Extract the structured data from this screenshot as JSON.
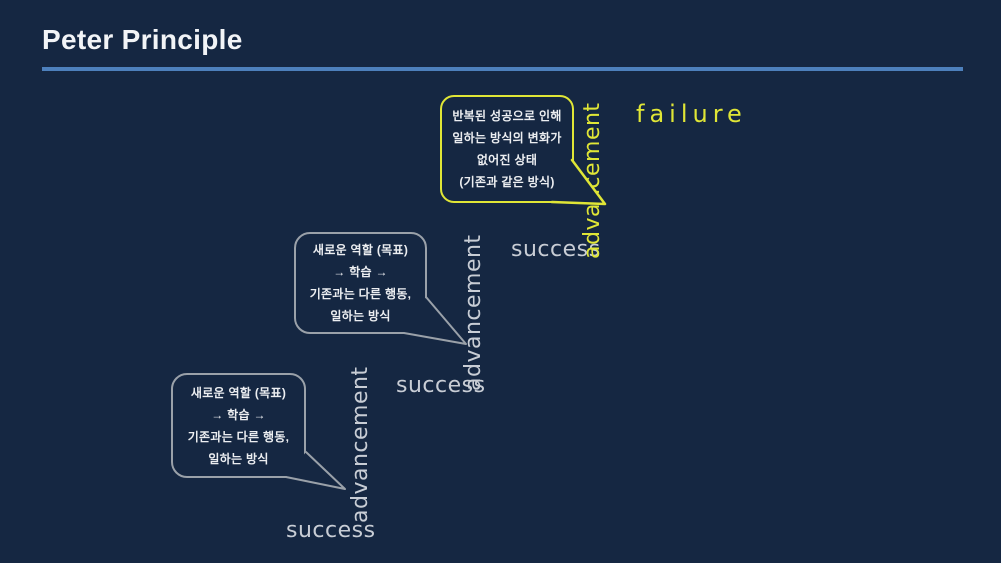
{
  "slide": {
    "title": "Peter Principle"
  },
  "colors": {
    "background": "#152742",
    "accent_rule": "#4d80bc",
    "step_text": "#c8cdd5",
    "highlight_yellow": "#e0e636",
    "bubble_border_gray": "#9aa1a9",
    "bubble_text": "#eceef1",
    "title_text": "#f2f4f7"
  },
  "staircase": {
    "steps": [
      {
        "success": "success",
        "advancement": "advancement"
      },
      {
        "success": "success",
        "advancement": "advancement"
      },
      {
        "success": "success",
        "advancement": "advancement"
      }
    ],
    "failure": "failure"
  },
  "bubbles": {
    "growth_1": {
      "lines": [
        "새로운 역할 (목표)",
        "→ 학습 →",
        "기존과는 다른 행동,",
        "일하는 방식"
      ]
    },
    "growth_2": {
      "lines": [
        "새로운 역할 (목표)",
        "→ 학습 →",
        "기존과는 다른 행동,",
        "일하는 방식"
      ]
    },
    "stagnation": {
      "lines": [
        "반복된 성공으로 인해",
        "일하는 방식의 변화가",
        "없어진 상태",
        "(기존과 같은 방식)"
      ]
    }
  }
}
